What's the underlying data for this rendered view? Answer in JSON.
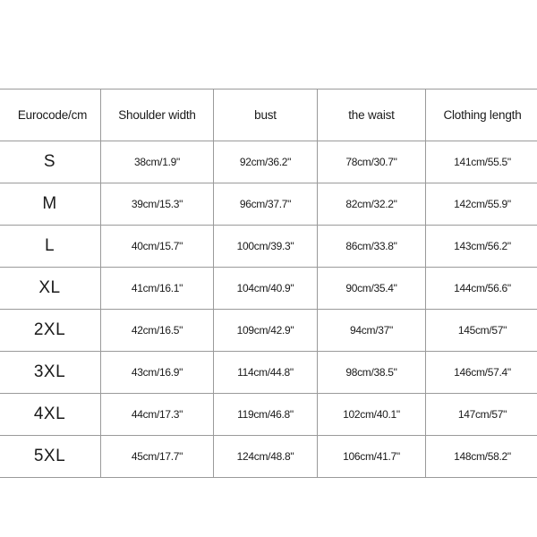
{
  "table": {
    "headers": [
      "Eurocode/cm",
      "Shoulder width",
      "bust",
      "the waist",
      "Clothing length"
    ],
    "rows": [
      [
        "S",
        "38cm/1.9\"",
        "92cm/36.2\"",
        "78cm/30.7\"",
        "141cm/55.5\""
      ],
      [
        "M",
        "39cm/15.3\"",
        "96cm/37.7\"",
        "82cm/32.2\"",
        "142cm/55.9\""
      ],
      [
        "L",
        "40cm/15.7\"",
        "100cm/39.3\"",
        "86cm/33.8\"",
        "143cm/56.2\""
      ],
      [
        "XL",
        "41cm/16.1\"",
        "104cm/40.9\"",
        "90cm/35.4\"",
        "144cm/56.6\""
      ],
      [
        "2XL",
        "42cm/16.5\"",
        "109cm/42.9\"",
        "94cm/37\"",
        "145cm/57\""
      ],
      [
        "3XL",
        "43cm/16.9\"",
        "114cm/44.8\"",
        "98cm/38.5\"",
        "146cm/57.4\""
      ],
      [
        "4XL",
        "44cm/17.3\"",
        "119cm/46.8\"",
        "102cm/40.1\"",
        "147cm/57\""
      ],
      [
        "5XL",
        "45cm/17.7\"",
        "124cm/48.8\"",
        "106cm/41.7\"",
        "148cm/58.2\""
      ]
    ]
  },
  "colors": {
    "border": "#9a9a9a",
    "text": "#1a1a1a",
    "background": "#ffffff"
  }
}
